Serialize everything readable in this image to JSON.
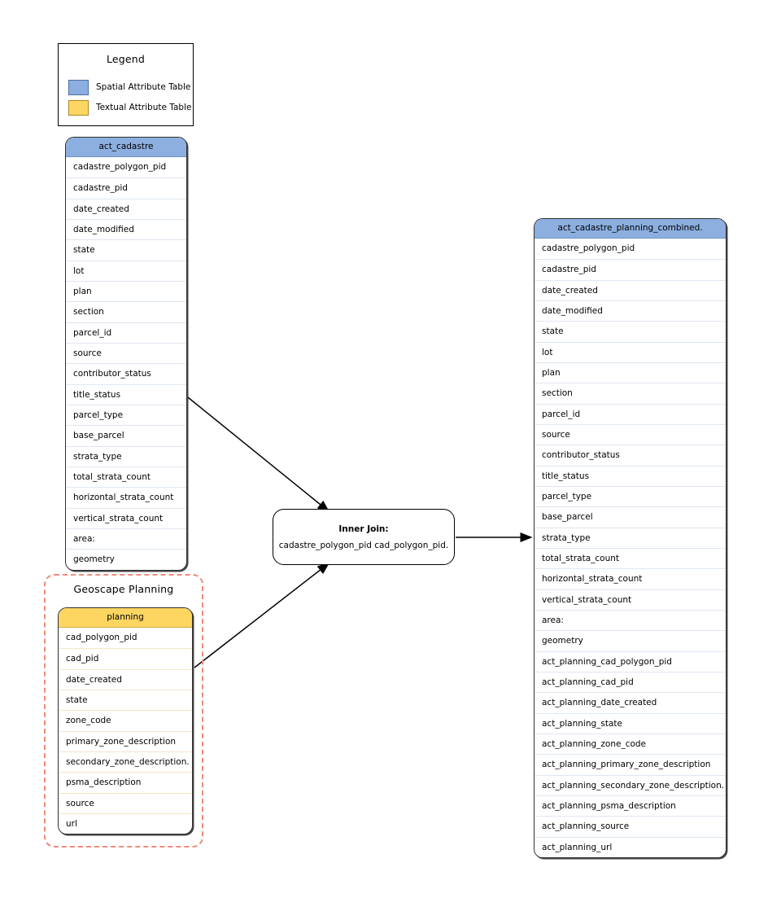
{
  "legend": {
    "title": "Legend",
    "items": [
      {
        "label": "Spatial Attribute Table",
        "color": "#8cafe0",
        "icon": "blue-square-icon"
      },
      {
        "label": "Textual Attribute Table",
        "color": "#fdd662",
        "icon": "yellow-square-icon"
      }
    ]
  },
  "groups": [
    {
      "name": "geoscape-planning",
      "title": "Geoscape Planning",
      "border_color": "#f08a7a"
    }
  ],
  "join_node": {
    "title": "Inner Join:",
    "condition": "cadastre_polygon_pid cad_polygon_pid."
  },
  "tables": {
    "cadastre": {
      "name": "act_cadastre",
      "type": "spatial",
      "header_color": "#8cafe0",
      "fields": [
        "cadastre_polygon_pid",
        "cadastre_pid",
        "date_created",
        "date_modified",
        "state",
        "lot",
        "plan",
        "section",
        "parcel_id",
        "source",
        "contributor_status",
        "title_status",
        "parcel_type",
        "base_parcel",
        "strata_type",
        "total_strata_count",
        "horizontal_strata_count",
        "vertical_strata_count",
        "area:",
        "geometry"
      ]
    },
    "planning": {
      "name": "planning",
      "type": "textual",
      "header_color": "#fdd662",
      "fields": [
        "cad_polygon_pid",
        "cad_pid",
        "date_created",
        "state",
        "zone_code",
        "primary_zone_description",
        "secondary_zone_description.",
        "psma_description",
        "source",
        "url"
      ]
    },
    "combined": {
      "name": "act_cadastre_planning_combined.",
      "type": "spatial",
      "header_color": "#8cafe0",
      "fields": [
        "cadastre_polygon_pid",
        "cadastre_pid",
        "date_created",
        "date_modified",
        "state",
        "lot",
        "plan",
        "section",
        "parcel_id",
        "source",
        "contributor_status",
        "title_status",
        "parcel_type",
        "base_parcel",
        "strata_type",
        "total_strata_count",
        "horizontal_strata_count",
        "vertical_strata_count",
        "area:",
        "geometry",
        "act_planning_cad_polygon_pid",
        "act_planning_cad_pid",
        "act_planning_date_created",
        "act_planning_state",
        "act_planning_zone_code",
        "act_planning_primary_zone_description",
        "act_planning_secondary_zone_description.",
        "act_planning_psma_description",
        "act_planning_source",
        "act_planning_url"
      ]
    }
  },
  "connectors": [
    {
      "name": "cadastre-to-join",
      "from": "act_cadastre",
      "to": "Inner Join:"
    },
    {
      "name": "planning-to-join",
      "from": "planning",
      "to": "Inner Join:"
    },
    {
      "name": "join-to-combined",
      "from": "Inner Join:",
      "to": "act_cadastre_planning_combined."
    }
  ]
}
